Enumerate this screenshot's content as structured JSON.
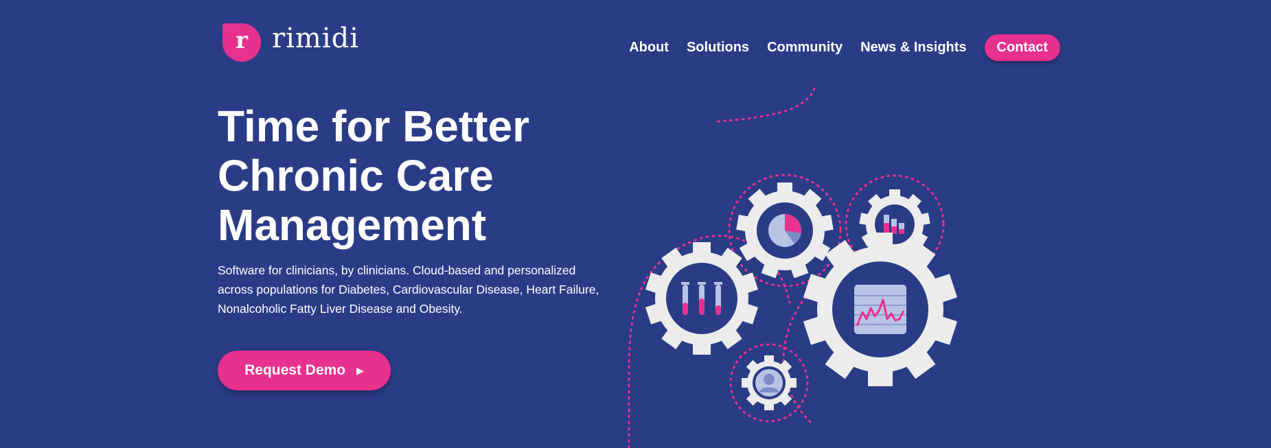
{
  "logo": {
    "mark": "r",
    "name": "rimidi"
  },
  "nav": {
    "links": [
      "About",
      "Solutions",
      "Community",
      "News & Insights"
    ],
    "contact_label": "Contact"
  },
  "hero": {
    "title_lines": [
      "Time for Better",
      "Chronic Care",
      "Management"
    ],
    "description": "Software for clinicians, by clinicians. Cloud-based and personalized across populations for Diabetes, Cardiovascular Disease, Heart Failure, Nonalcoholic Fatty Liver Disease and Obesity.",
    "cta_label": "Request Demo"
  },
  "illustration": {
    "icons": [
      "pie-chart-icon",
      "bar-chart-icon",
      "test-tubes-icon",
      "line-chart-icon",
      "user-profile-icon"
    ]
  },
  "colors": {
    "background": "#2b3c87",
    "accent": "#e8318e",
    "gear": "#ececec",
    "icon_light": "#b9c3e6"
  }
}
